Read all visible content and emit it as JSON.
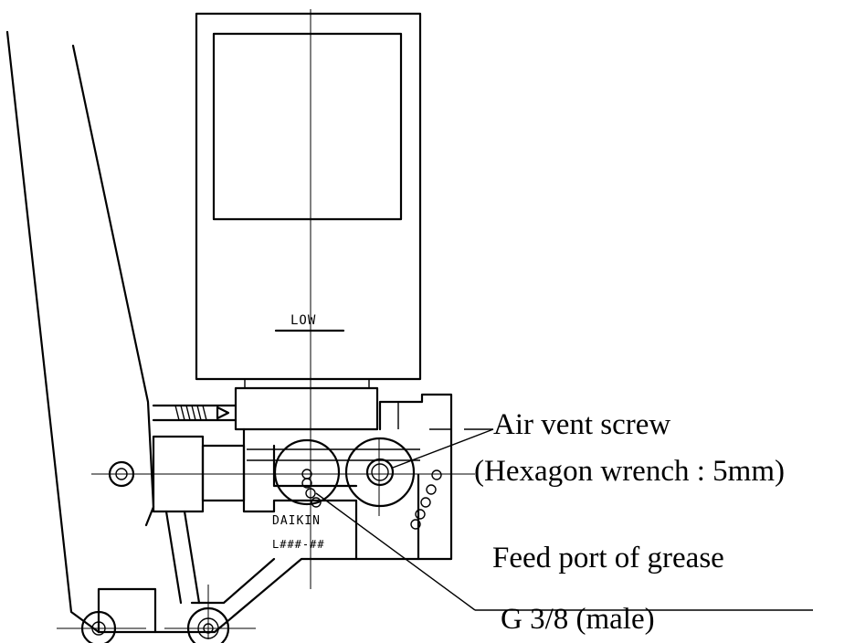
{
  "drawing": {
    "level_mark": "LOW",
    "nameplate_brand": "DAIKIN",
    "nameplate_code": "L###-##"
  },
  "labels": {
    "air_vent_screw": "Air vent screw",
    "air_vent_tool": "(Hexagon wrench : 5mm)",
    "feed_port": "Feed port of grease",
    "feed_port_thread": "G 3/8 (male)"
  }
}
